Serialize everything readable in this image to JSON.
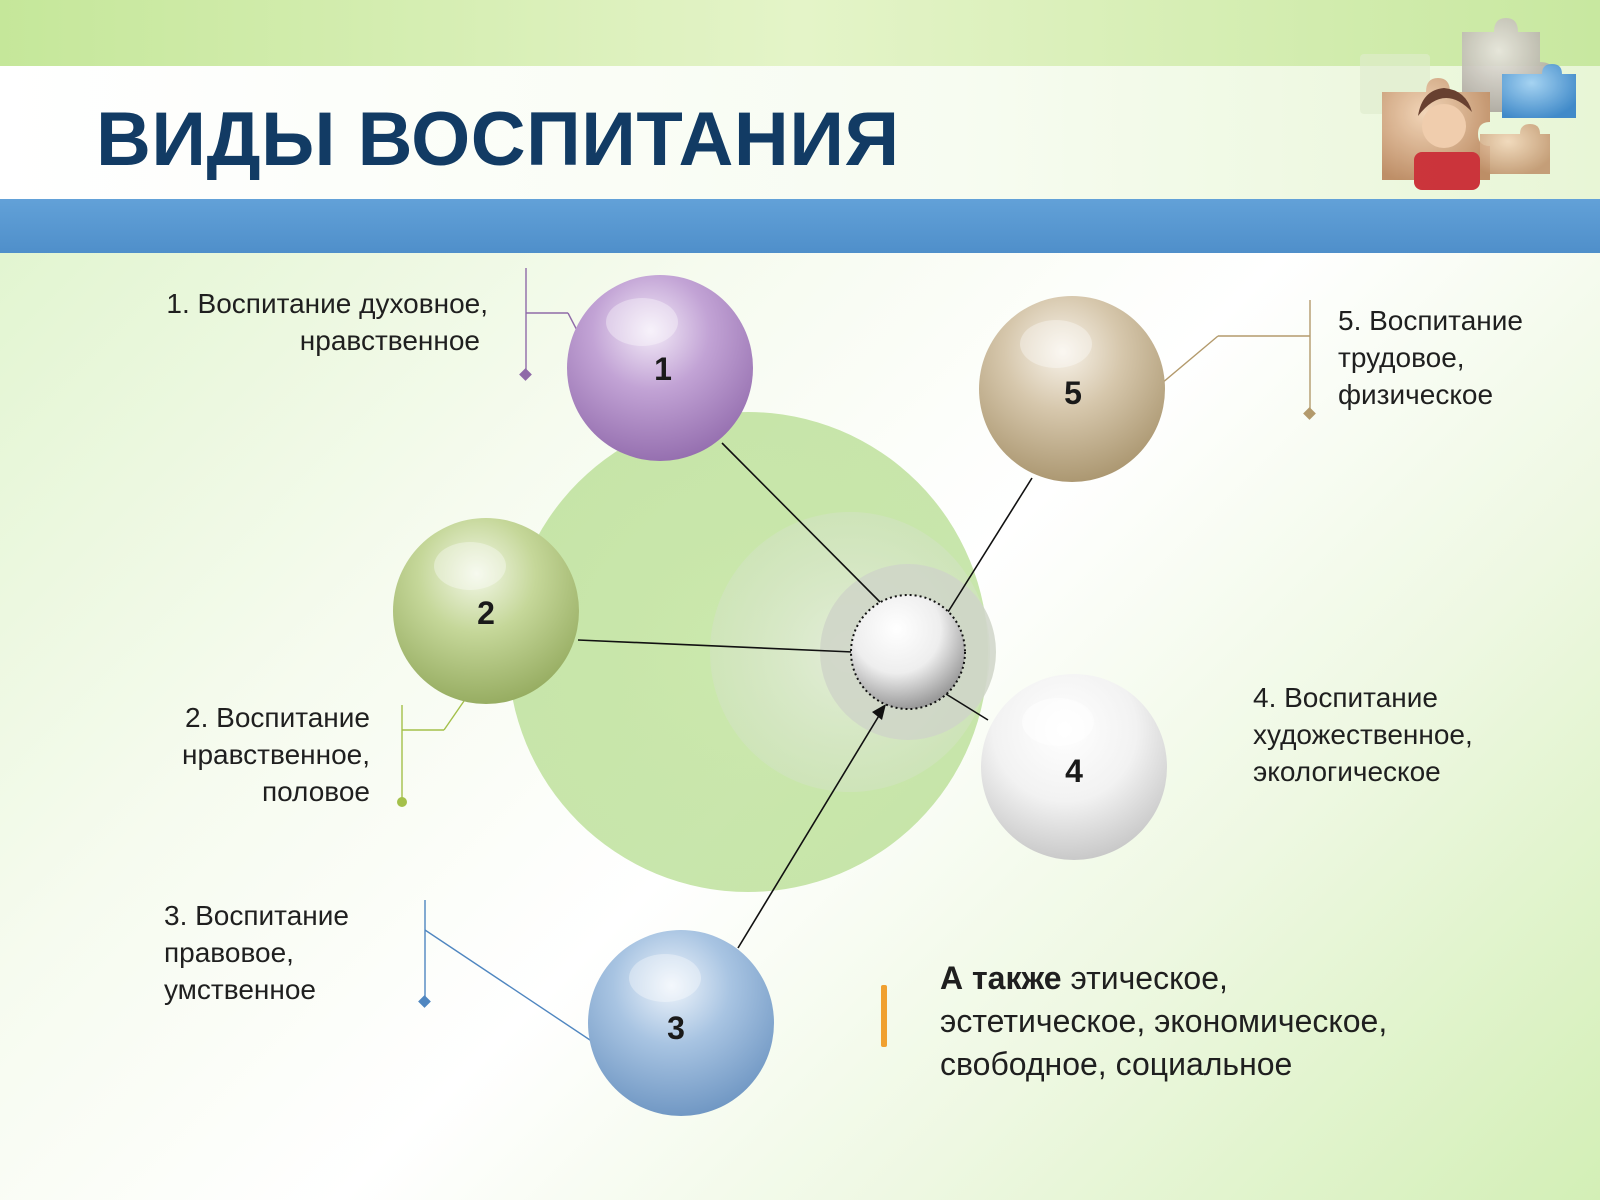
{
  "slide": {
    "title": "ВИДЫ ВОСПИТАНИЯ"
  },
  "diagram": {
    "nodes": [
      {
        "number": "1",
        "label_lines": [
          "1. Воспитание духовное,",
          "нравственное"
        ],
        "color": "#b48fc8"
      },
      {
        "number": "2",
        "label_lines": [
          "2. Воспитание",
          "нравственное,",
          "половое"
        ],
        "color": "#b5cc82"
      },
      {
        "number": "3",
        "label_lines": [
          "3. Воспитание",
          "правовое,",
          "умственное"
        ],
        "color": "#8fb2d8"
      },
      {
        "number": "4",
        "label_lines": [
          "4. Воспитание",
          "художественное,",
          "экологическое"
        ],
        "color": "#e2e2e2"
      },
      {
        "number": "5",
        "label_lines": [
          "5. Воспитание",
          "трудовое,",
          "физическое"
        ],
        "color": "#c7b596"
      }
    ]
  },
  "note": {
    "bold": "А также",
    "lines": [
      " этическое,",
      "эстетическое, экономическое,",
      "свободное, социальное"
    ]
  },
  "colors": {
    "title": "#123b64",
    "blue_bar": "#5596d0",
    "accent_bar": "#f0a030"
  }
}
